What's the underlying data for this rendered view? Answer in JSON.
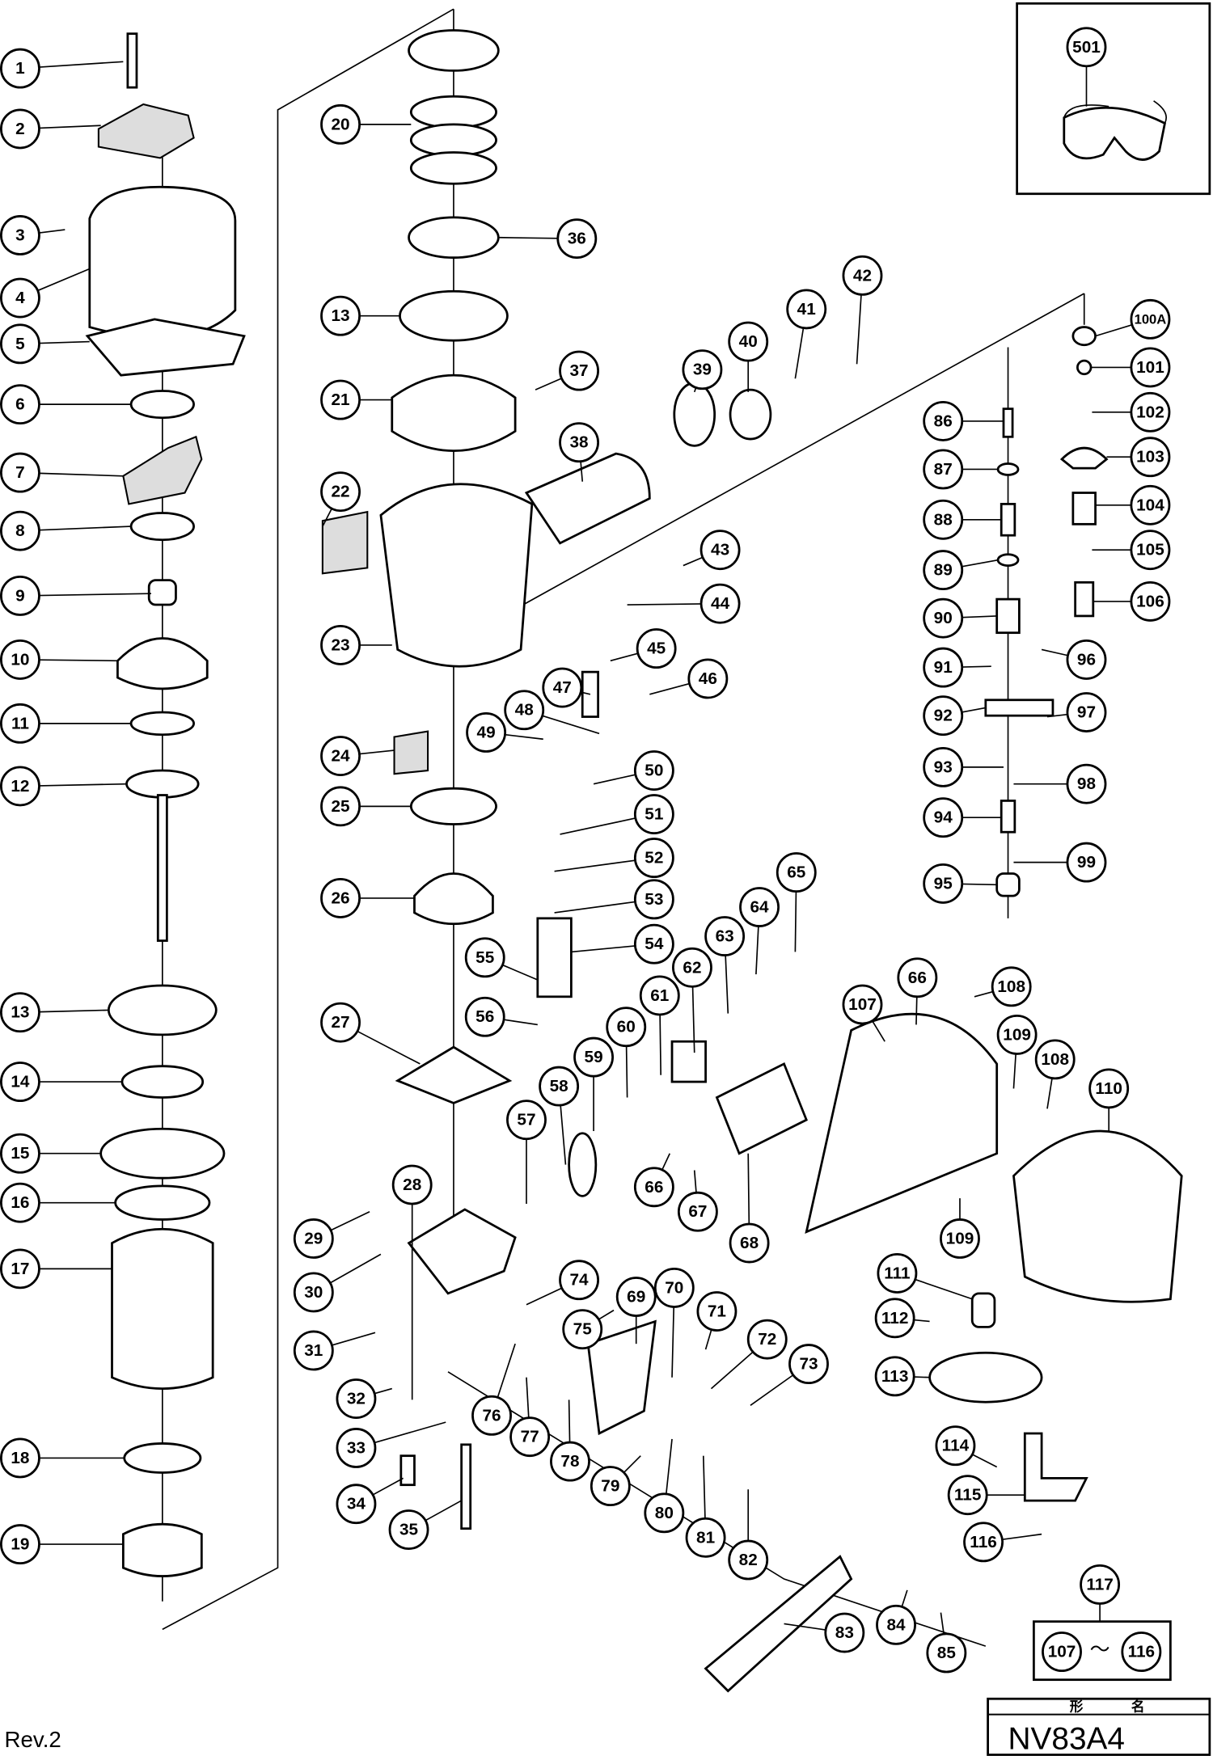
{
  "title_block": {
    "header_left": "形",
    "header_right": "名",
    "model": "NV83A4"
  },
  "revision": "Rev.2",
  "callouts": [
    "1",
    "2",
    "3",
    "4",
    "5",
    "6",
    "7",
    "8",
    "9",
    "10",
    "11",
    "12",
    "13",
    "14",
    "15",
    "16",
    "17",
    "18",
    "19",
    "20",
    "36",
    "13",
    "21",
    "37",
    "38",
    "22",
    "23",
    "24",
    "25",
    "26",
    "27",
    "39",
    "40",
    "41",
    "42",
    "43",
    "44",
    "45",
    "46",
    "47",
    "48",
    "49",
    "50",
    "51",
    "52",
    "53",
    "54",
    "55",
    "56",
    "57",
    "58",
    "59",
    "60",
    "61",
    "62",
    "63",
    "64",
    "65",
    "66",
    "67",
    "68",
    "28",
    "29",
    "30",
    "31",
    "32",
    "33",
    "34",
    "35",
    "74",
    "75",
    "69",
    "70",
    "71",
    "72",
    "73",
    "76",
    "77",
    "78",
    "79",
    "80",
    "81",
    "82",
    "83",
    "84",
    "85",
    "86",
    "87",
    "88",
    "89",
    "90",
    "91",
    "92",
    "93",
    "94",
    "95",
    "96",
    "97",
    "98",
    "99",
    "100A",
    "101",
    "102",
    "103",
    "104",
    "105",
    "106",
    "66",
    "107",
    "108",
    "109",
    "108",
    "110",
    "109",
    "111",
    "112",
    "113",
    "114",
    "115",
    "116",
    "117",
    "501"
  ],
  "assembly_set": {
    "from": "107",
    "to": "116",
    "separator": "～"
  }
}
